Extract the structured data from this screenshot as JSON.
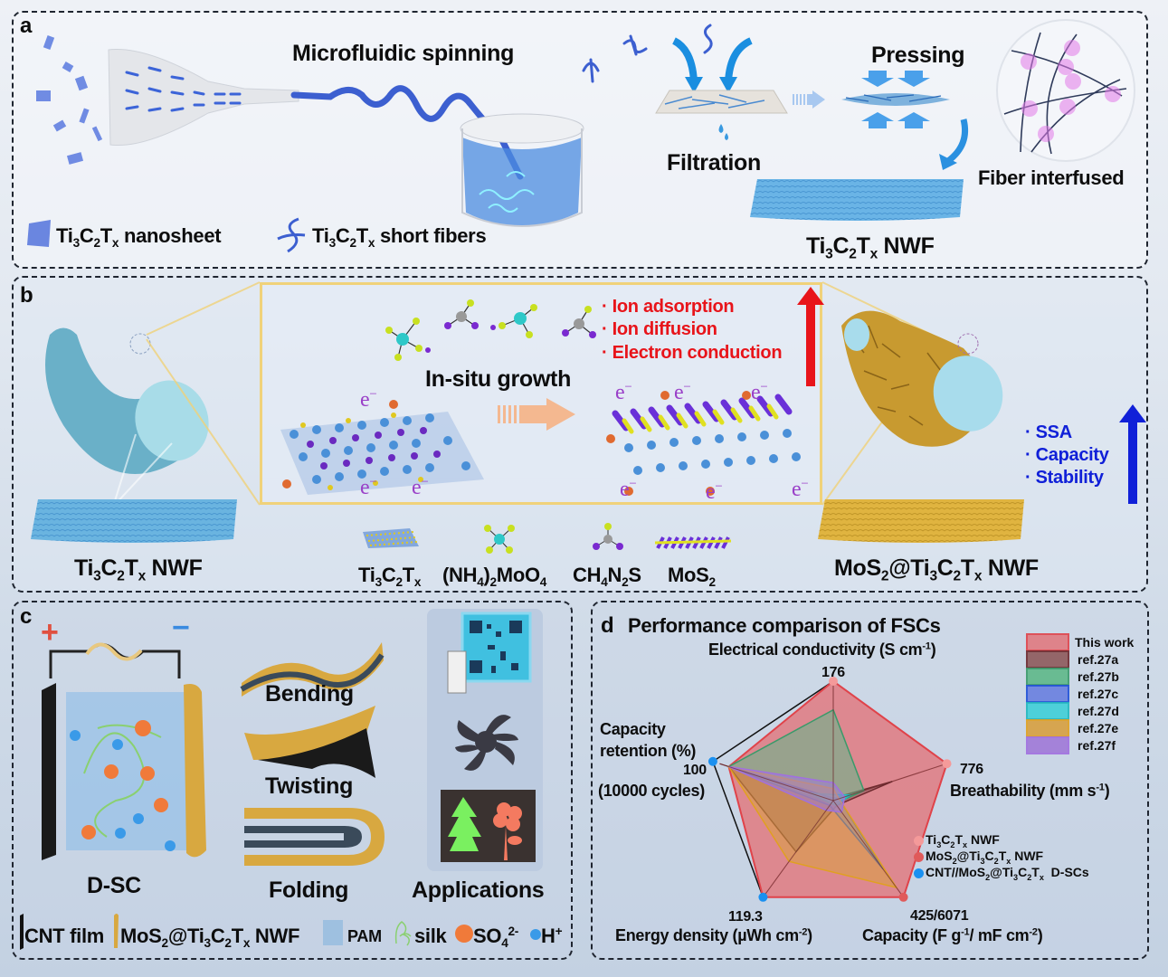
{
  "panel_a": {
    "label": "a",
    "title_spinning": "Microfluidic spinning",
    "title_filtration": "Filtration",
    "title_pressing": "Pressing",
    "title_interfused": "Fiber interfused",
    "product": {
      "pre": "Ti",
      "s1": "3",
      "m": "C",
      "s2": "2",
      "m2": "T",
      "s3": "x",
      "post": " NWF"
    },
    "legend": [
      {
        "icon": "nanosheet-icon",
        "pre": "Ti",
        "s1": "3",
        "m": "C",
        "s2": "2",
        "m2": "T",
        "s3": "x",
        "post": " nanosheet"
      },
      {
        "icon": "short-fiber-icon",
        "pre": "Ti",
        "s1": "3",
        "m": "C",
        "s2": "2",
        "m2": "T",
        "s3": "x",
        "post": " short fibers"
      }
    ]
  },
  "panel_b": {
    "label": "b",
    "left_product": {
      "pre": "Ti",
      "s1": "3",
      "m": "C",
      "s2": "2",
      "m2": "T",
      "s3": "x",
      "post": " NWF"
    },
    "right_product": {
      "pre": "MoS",
      "s1": "2",
      "m": "@Ti",
      "s2": "3",
      "m2": "C",
      "s3": "2",
      "m3": "T",
      "s4": "x",
      "post": " NWF"
    },
    "process_label": "In-situ growth",
    "electron_label": "e",
    "electron_sup": "−",
    "red_benefits": [
      "· Ion adsorption",
      "· Ion diffusion",
      "· Electron conduction"
    ],
    "blue_benefits": [
      "· SSA",
      "· Capacity",
      "· Stability"
    ],
    "colors": {
      "red_arrow": "#e8141a",
      "blue_arrow": "#1020d8",
      "frame": "#f0d27a"
    },
    "materials": [
      {
        "name": "Ti3C2Tx",
        "html": "Ti<sub>3</sub>C<sub>2</sub>T<sub>x</sub>"
      },
      {
        "name": "(NH4)2MoO4",
        "html": "(NH<sub>4</sub>)<sub>2</sub>MoO<sub>4</sub>"
      },
      {
        "name": "CH4N2S",
        "html": "CH<sub>4</sub>N<sub>2</sub>S"
      },
      {
        "name": "MoS2",
        "html": "MoS<sub>2</sub>"
      }
    ]
  },
  "panel_c": {
    "label": "c",
    "plus": "+",
    "minus": "−",
    "device_label": "D-SC",
    "deformations": [
      "Bending",
      "Twisting",
      "Folding"
    ],
    "applications_label": "Applications",
    "legend": [
      {
        "icon": "cnt-film-icon",
        "html": "CNT film"
      },
      {
        "icon": "nwf-strip-icon",
        "html": "MoS<sub>2</sub>@Ti<sub>3</sub>C<sub>2</sub>T<sub>x</sub> NWF"
      },
      {
        "icon": "pam-block-icon",
        "html": "PAM"
      },
      {
        "icon": "silk-icon",
        "html": "silk"
      },
      {
        "icon": "sulfate-ion-icon",
        "html": "SO<sub>4</sub><sup>2-</sup>"
      },
      {
        "icon": "proton-icon",
        "html": "H<sup>+</sup>"
      }
    ]
  },
  "panel_d": {
    "label": "d"
  },
  "chart_data": {
    "type": "radar",
    "title": "Performance comparison of FSCs",
    "axes": [
      {
        "name": "Electrical conductivity",
        "unit_html": "(S cm<sup>-1</sup>)",
        "max_label": "176"
      },
      {
        "name": "Breathability",
        "unit_html": "(mm s<sup>-1</sup>)",
        "max_label": "776"
      },
      {
        "name": "Capacity",
        "unit_html": "(F g<sup>-1</sup>/ mF cm<sup>-2</sup>)",
        "max_label": "425/6071"
      },
      {
        "name": "Energy density",
        "unit_html": "(µWh cm<sup>-2</sup>)",
        "max_label": "119.3"
      },
      {
        "name": "Capacity retention (%) (10000 cycles)",
        "unit_html": "",
        "max_label": "100"
      }
    ],
    "scale": "normalized 0-1 per axis (estimated from figure)",
    "series": [
      {
        "name": "This work",
        "color": "#e0434a",
        "fill": "#e07a80",
        "values": [
          1.0,
          1.0,
          1.0,
          1.0,
          0.92
        ]
      },
      {
        "name": "ref.27a",
        "color": "#6e2a2e",
        "fill": "#8e5a5c",
        "values": [
          0.02,
          0.52,
          0.05,
          0.53,
          0.92
        ]
      },
      {
        "name": "ref.27b",
        "color": "#3a9a6a",
        "fill": "#5fb88a",
        "values": [
          0.76,
          0.27,
          0.03,
          0.03,
          0.92
        ]
      },
      {
        "name": "ref.27c",
        "color": "#2050d8",
        "fill": "#6a80e0",
        "values": [
          0.02,
          0.05,
          0.71,
          0.05,
          0.92
        ]
      },
      {
        "name": "ref.27d",
        "color": "#20b8c0",
        "fill": "#40d0d8",
        "values": [
          0.05,
          0.15,
          0.05,
          0.03,
          0.2
        ]
      },
      {
        "name": "ref.27e",
        "color": "#e0a020",
        "fill": "#d8a040",
        "values": [
          0.1,
          0.05,
          0.9,
          0.63,
          0.92
        ]
      },
      {
        "name": "ref.27f",
        "color": "#a070e0",
        "fill": "#a07ad8",
        "values": [
          0.15,
          0.1,
          0.12,
          0.1,
          0.92
        ]
      }
    ],
    "envelope": {
      "name": "CNT//MoS2@Ti3C2Tx D-SCs outline",
      "color": "#111111",
      "values": [
        1.0,
        1.0,
        1.0,
        1.0,
        1.0
      ]
    },
    "markers": [
      {
        "name": "Ti3C2Tx NWF",
        "html": "Ti<sub>3</sub>C<sub>2</sub>T<sub>x</sub> NWF",
        "color": "#f49a9a"
      },
      {
        "name": "MoS2@Ti3C2Tx NWF",
        "html": "MoS<sub>2</sub>@Ti<sub>3</sub>C<sub>2</sub>T<sub>x</sub> NWF",
        "color": "#e05a5a"
      },
      {
        "name": "CNT//MoS2@Ti3C2Tx D-SCs",
        "html": "CNT//MoS<sub>2</sub>@Ti<sub>3</sub>C<sub>2</sub>T<sub>x</sub>&nbsp; D-SCs",
        "color": "#1a90f0"
      }
    ],
    "vertex_markers": [
      {
        "axis": 0,
        "marker": "Ti3C2Tx NWF"
      },
      {
        "axis": 1,
        "marker": "Ti3C2Tx NWF"
      },
      {
        "axis": 2,
        "marker": "MoS2@Ti3C2Tx NWF"
      },
      {
        "axis": 3,
        "marker": "CNT//MoS2@Ti3C2Tx D-SCs"
      },
      {
        "axis": 4,
        "marker": "CNT//MoS2@Ti3C2Tx D-SCs"
      }
    ],
    "legend_position": "top-right"
  }
}
